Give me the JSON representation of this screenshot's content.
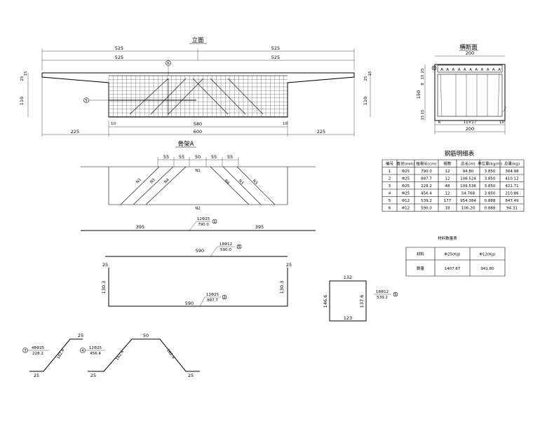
{
  "elevation": {
    "title": "立面",
    "dim_top_left": "525",
    "dim_top_right": "525",
    "dim_mid_left": "525",
    "dim_mid_right": "525",
    "left_h_a": "25",
    "left_h_b": "15",
    "right_h_a": "25",
    "right_h_b": "15",
    "left_h_main": "110",
    "right_h_main": "110",
    "dim_bot_left": "225",
    "dim_bot_mid": "600",
    "dim_bot_right": "225",
    "dim_bot_inner": "580",
    "dim_side_l": "10",
    "dim_side_r": "10",
    "callout_6": "6",
    "callout_5": "5"
  },
  "cross_section": {
    "title": "横断面",
    "dim_top": "200",
    "dim_bottom": "200",
    "dim_inner": "11×17",
    "left_a": "25",
    "left_b": "15",
    "left_main": "150",
    "left_c": "8",
    "left_d": "15",
    "left_e": "15",
    "bot_l": "6",
    "bot_r": "10",
    "callout_6": "6",
    "marks": [
      "A",
      "A",
      "A",
      "A",
      "A",
      "A",
      "A",
      "A",
      "A",
      "A",
      "A"
    ]
  },
  "skeleton": {
    "title": "骨架A",
    "top_dims": [
      "55",
      "55",
      "50",
      "55",
      "55"
    ],
    "label_n1": "N1",
    "label_n2": "N2",
    "diag_labels": [
      "N3",
      "N3",
      "N4",
      "N4",
      "N3",
      "N3"
    ]
  },
  "bars": {
    "bar1": {
      "left": "395",
      "right": "395",
      "spec": "12Φ25",
      "length": "790.0",
      "id": "1"
    },
    "bar5": {
      "length_label": "590",
      "spec": "18Φ12",
      "length": "590.0",
      "id": "5"
    },
    "bar2": {
      "left_h": "25",
      "right_h": "25",
      "left_v": "130.3",
      "right_v": "130.3",
      "bottom": "590",
      "spec": "12Φ25",
      "length": "887.7",
      "id": "2"
    },
    "bar6": {
      "top": "132",
      "left": "146.6",
      "right": "137.6",
      "bottom": "123",
      "spec": "18Φ12",
      "length": "539.2",
      "id": "5"
    },
    "bar3": {
      "id": "3",
      "spec": "48Φ25",
      "length": "228.2",
      "top": "25",
      "diag": "162.4",
      "bottom": "25"
    },
    "bar4": {
      "id": "4",
      "spec": "12Φ25",
      "length": "456.4",
      "top": "50",
      "diag_l": "162.4",
      "diag_r": "162.4",
      "bot_l": "25",
      "bot_r": "25"
    }
  },
  "rebar_table": {
    "title": "钢筋明细表",
    "headers": [
      "编号",
      "直径(mm)",
      "每根长(cm)",
      "根数",
      "总长(m)",
      "单位重(kg/m)",
      "总重(kg)"
    ],
    "rows": [
      [
        "1",
        "Φ25",
        "790.0",
        "12",
        "94.80",
        "3.850",
        "364.98"
      ],
      [
        "2",
        "Φ25",
        "887.7",
        "12",
        "106.524",
        "3.850",
        "410.12"
      ],
      [
        "3",
        "Φ25",
        "228.2",
        "48",
        "109.536",
        "3.850",
        "421.71"
      ],
      [
        "4",
        "Φ25",
        "456.4",
        "12",
        "54.768",
        "3.850",
        "210.86"
      ],
      [
        "5",
        "Φ12",
        "539.2",
        "177",
        "954.384",
        "0.888",
        "847.49"
      ],
      [
        "6",
        "Φ12",
        "590.0",
        "18",
        "106.20",
        "0.888",
        "94.31"
      ]
    ]
  },
  "material_table": {
    "title": "材料数量表",
    "headers": [
      "材料",
      "Φ25(Kg)",
      "Φ12(Kg)"
    ],
    "row": [
      "数量",
      "1407.67",
      "941.80"
    ]
  }
}
